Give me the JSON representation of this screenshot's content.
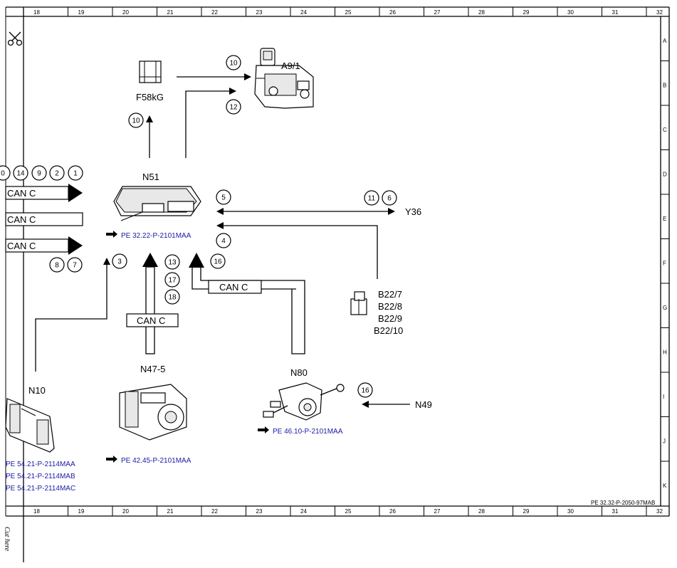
{
  "grid": {
    "columns": [
      "18",
      "19",
      "20",
      "21",
      "22",
      "23",
      "24",
      "25",
      "26",
      "27",
      "28",
      "29",
      "30",
      "31",
      "32"
    ],
    "rows": [
      "A",
      "B",
      "C",
      "D",
      "E",
      "F",
      "G",
      "H",
      "I",
      "J",
      "K"
    ]
  },
  "components": {
    "f58": "F58kG",
    "a9": "A9/1",
    "n51": "N51",
    "y36": "Y36",
    "b22": [
      "B22/7",
      "B22/8",
      "B22/9",
      "B22/10"
    ],
    "n10": "N10",
    "n47": "N47-5",
    "n80": "N80",
    "n49": "N49"
  },
  "bus": {
    "can_c": "CAN C"
  },
  "references": {
    "n51": "PE 32.22-P-2101MAA",
    "n47": "PE 42.45-P-2101MAA",
    "n80": "PE 46.10-P-2101MAA",
    "n10": [
      "PE 54.21-P-2114MAA",
      "PE 54.21-P-2114MAB",
      "PE 54.21-P-2114MAC"
    ]
  },
  "signals": {
    "s10a": "10",
    "s12": "12",
    "s10b": "10",
    "s14": "14",
    "s9": "9",
    "s2": "2",
    "s1": "1",
    "s0partial": "0",
    "s5": "5",
    "s4": "4",
    "s11": "11",
    "s6": "6",
    "s8": "8",
    "s7": "7",
    "s3": "3",
    "s13": "13",
    "s17": "17",
    "s18": "18",
    "s16a": "16",
    "s16b": "16"
  },
  "footer": {
    "doc_id": "PE 32.32-P-2050-97MAB",
    "cut_here": "Cut here"
  }
}
